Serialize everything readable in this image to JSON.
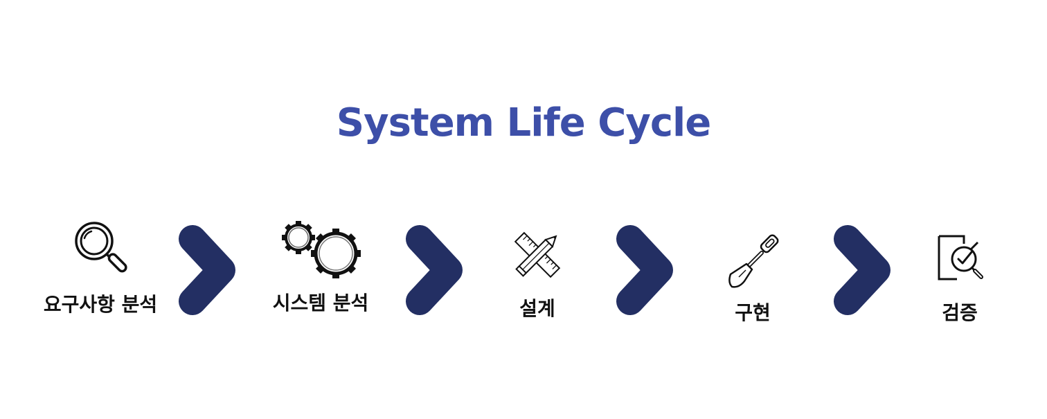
{
  "title": "System Life Cycle",
  "colors": {
    "title": "#3d4fa8",
    "chevron": "#232f63",
    "label": "#111111",
    "icon_stroke": "#111111"
  },
  "steps": [
    {
      "label": "요구사항 분석",
      "icon": "magnifier-icon"
    },
    {
      "label": "시스템 분석",
      "icon": "gears-icon"
    },
    {
      "label": "설계",
      "icon": "ruler-pencil-icon"
    },
    {
      "label": "구현",
      "icon": "shovel-icon"
    },
    {
      "label": "검증",
      "icon": "document-check-icon"
    }
  ]
}
